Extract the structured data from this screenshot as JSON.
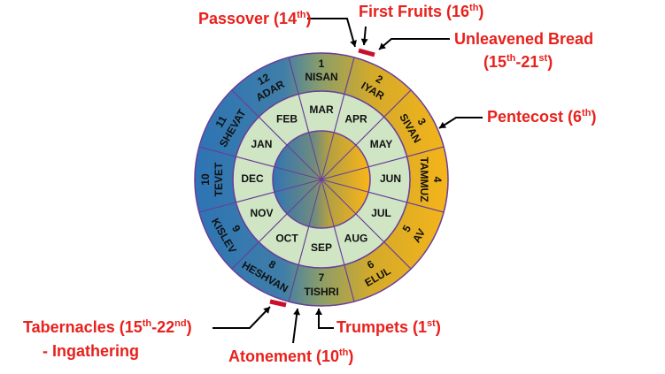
{
  "calendar": {
    "months": [
      {
        "num": "1",
        "name": "NISAN",
        "greg": "MAR"
      },
      {
        "num": "2",
        "name": "IYAR",
        "greg": "APR"
      },
      {
        "num": "3",
        "name": "SIVAN",
        "greg": "MAY"
      },
      {
        "num": "4",
        "name": "TAMMUZ",
        "greg": "JUN"
      },
      {
        "num": "5",
        "name": "AV",
        "greg": "JUL"
      },
      {
        "num": "6",
        "name": "ELUL",
        "greg": "AUG"
      },
      {
        "num": "7",
        "name": "TISHRI",
        "greg": "SEP"
      },
      {
        "num": "8",
        "name": "HESHVAN",
        "greg": "OCT"
      },
      {
        "num": "9",
        "name": "KISLEV",
        "greg": "NOV"
      },
      {
        "num": "10",
        "name": "TEVET",
        "greg": "DEC"
      },
      {
        "num": "11",
        "name": "SHEVAT",
        "greg": "JAN"
      },
      {
        "num": "12",
        "name": "ADAR",
        "greg": "FEB"
      }
    ]
  },
  "feasts": {
    "passover": {
      "text": "Passover (14",
      "sup": "th",
      "end": ")"
    },
    "first_fruits": {
      "text": "First Fruits (16",
      "sup": "th",
      "end": ")"
    },
    "unleavened_title": "Unleavened Bread",
    "unleavened_dates": {
      "a": "(15",
      "sup1": "th",
      "mid": "-21",
      "sup2": "st",
      "end": ")"
    },
    "pentecost": {
      "text": "Pentecost (6",
      "sup": "th",
      "end": ")"
    },
    "trumpets": {
      "text": "Trumpets (1",
      "sup": "st",
      "end": ")"
    },
    "atonement": {
      "text": "Atonement (10",
      "sup": "th",
      "end": ")"
    },
    "tabernacles": {
      "a": "Tabernacles (15",
      "sup1": "th",
      "mid": "-22",
      "sup2": "nd",
      "end": ")"
    },
    "ingathering": "- Ingathering"
  },
  "colors": {
    "label_red": "#e8211d",
    "marker_red": "#c8102e",
    "blue": "#2f78b8",
    "gold": "#f3b21d",
    "mid_green": "#8aa062",
    "ring_green": "#cfe5c4",
    "border": "#6a3e9a"
  }
}
